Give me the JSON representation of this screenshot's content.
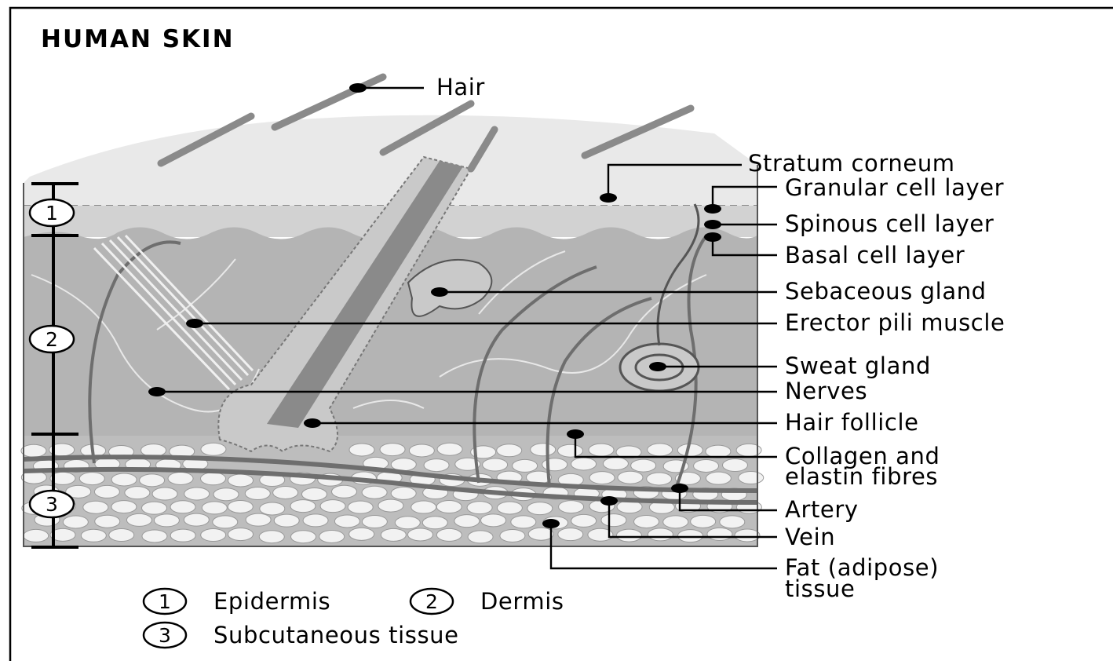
{
  "title": "HUMAN SKIN",
  "labels": {
    "hair": "Hair",
    "stratum_corneum": "Stratum corneum",
    "granular": "Granular cell layer",
    "spinous": "Spinous cell layer",
    "basal": "Basal cell layer",
    "sebaceous": "Sebaceous gland",
    "erector": "Erector pili muscle",
    "sweat": "Sweat gland",
    "nerves": "Nerves",
    "follicle": "Hair follicle",
    "collagen_1": "Collagen and",
    "collagen_2": "elastin fibres",
    "artery": "Artery",
    "vein": "Vein",
    "fat_1": "Fat (adipose)",
    "fat_2": "tissue"
  },
  "layers": [
    {
      "number": "1",
      "name": "Epidermis"
    },
    {
      "number": "2",
      "name": "Dermis"
    },
    {
      "number": "3",
      "name": "Subcutaneous tissue"
    }
  ],
  "colors": {
    "surface": "#e9e9e9",
    "epidermis": "#d2d2d2",
    "dermis": "#b4b4b4",
    "fat_bg": "#bdbdbd",
    "fat_cell": "#f2f2f2",
    "hair": "#8a8a8a",
    "vessel": "#6e6e6e",
    "follicle": "#c9c9c9",
    "muscle": "#f0f0f0"
  }
}
